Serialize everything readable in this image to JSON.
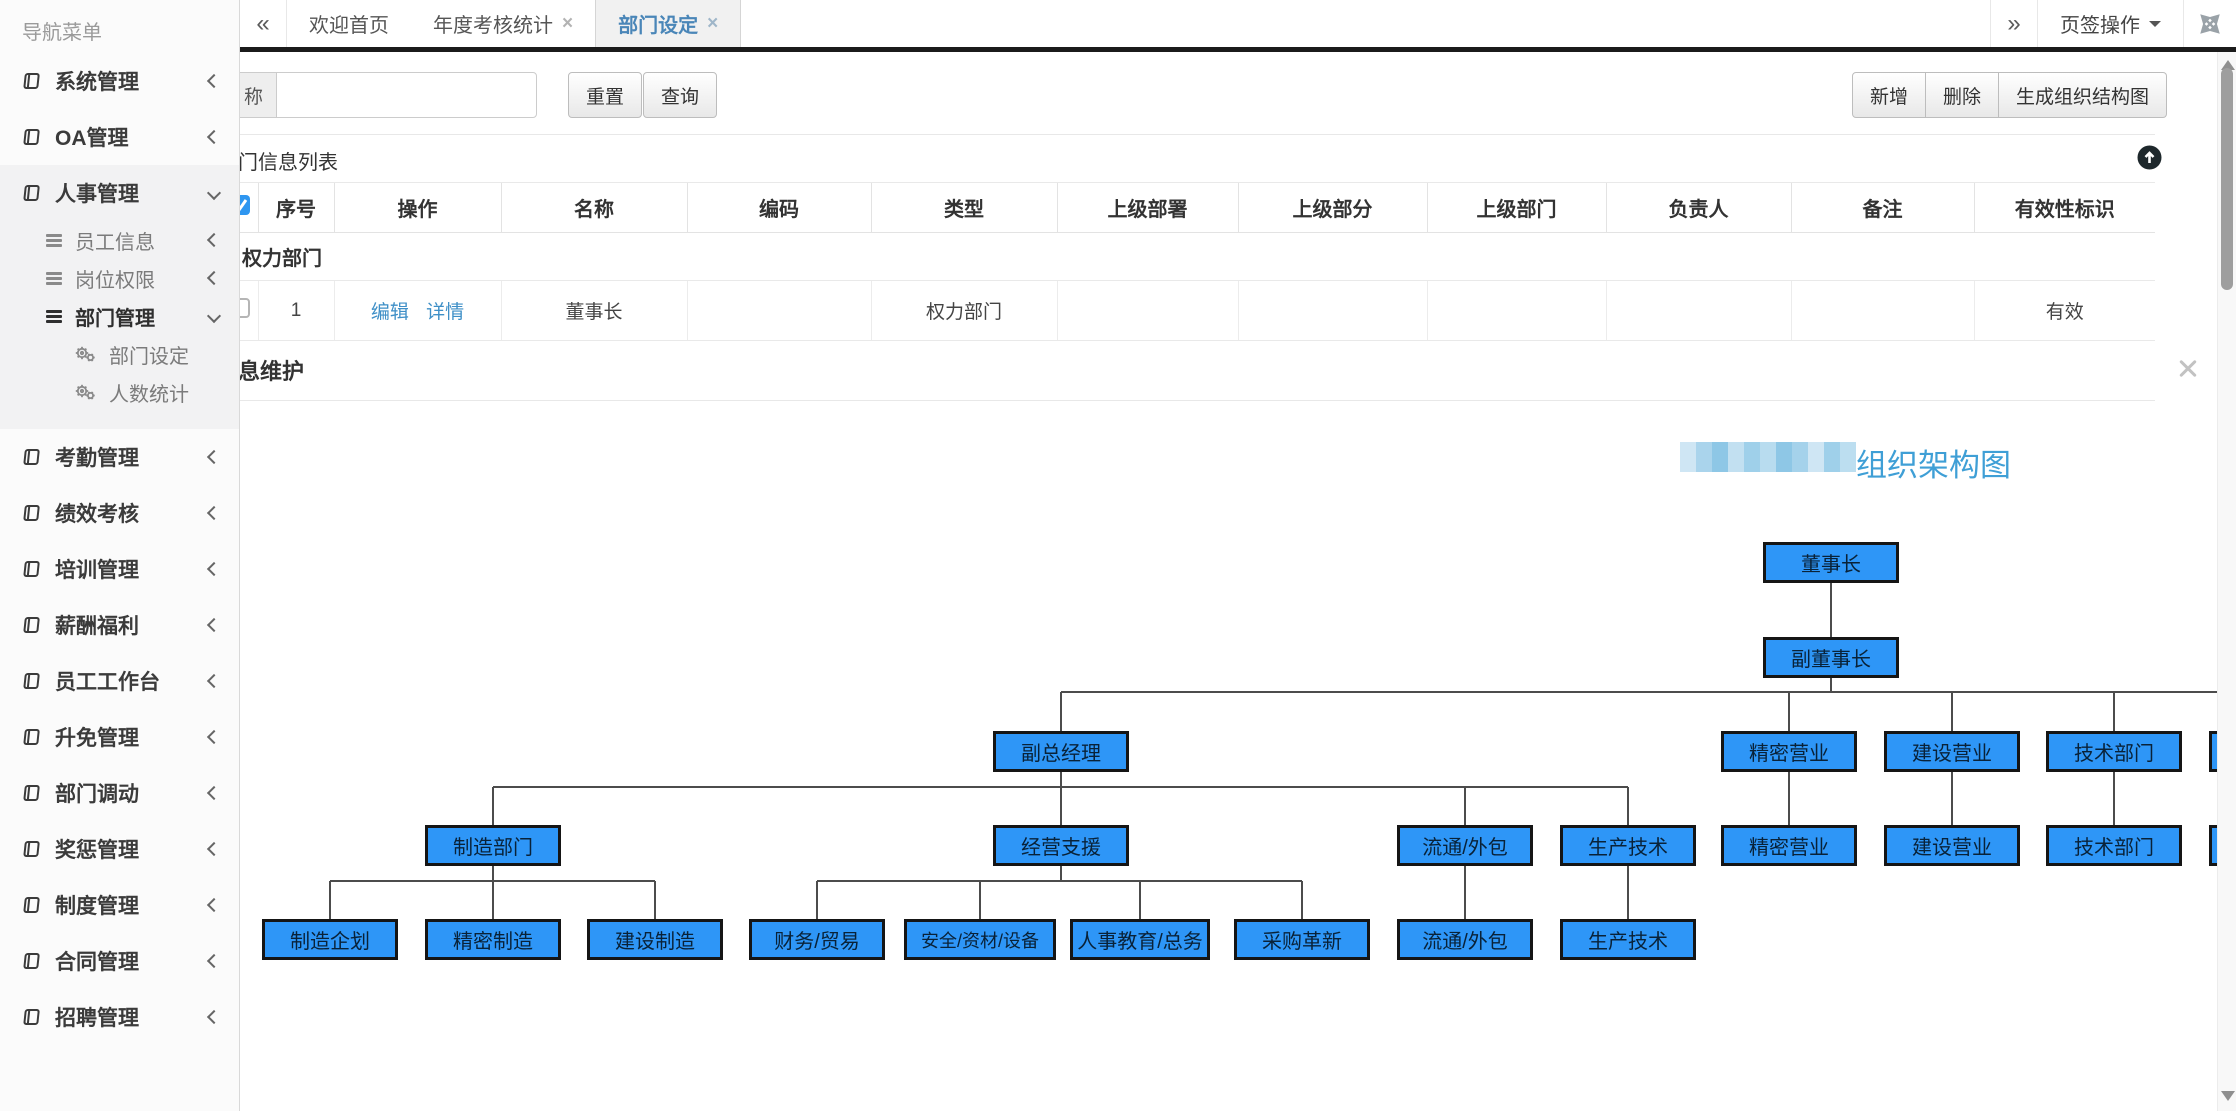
{
  "sidebar": {
    "header": "导航菜单",
    "items": [
      {
        "label": "系统管理",
        "level": 1,
        "chevron": "left"
      },
      {
        "label": "OA管理",
        "level": 1,
        "chevron": "left"
      },
      {
        "label": "人事管理",
        "level": 1,
        "chevron": "down",
        "active": true
      },
      {
        "label": "员工信息",
        "level": 2,
        "chevron": "left",
        "active": true
      },
      {
        "label": "岗位权限",
        "level": 2,
        "chevron": "left",
        "active": true
      },
      {
        "label": "部门管理",
        "level": 2,
        "chevron": "down",
        "active": true,
        "bold": true
      },
      {
        "label": "部门设定",
        "level": 3,
        "active": true
      },
      {
        "label": "人数统计",
        "level": 3,
        "active": true
      },
      {
        "label": "考勤管理",
        "level": 1,
        "chevron": "left"
      },
      {
        "label": "绩效考核",
        "level": 1,
        "chevron": "left"
      },
      {
        "label": "培训管理",
        "level": 1,
        "chevron": "left"
      },
      {
        "label": "薪酬福利",
        "level": 1,
        "chevron": "left"
      },
      {
        "label": "员工工作台",
        "level": 1,
        "chevron": "left"
      },
      {
        "label": "升免管理",
        "level": 1,
        "chevron": "left"
      },
      {
        "label": "部门调动",
        "level": 1,
        "chevron": "left"
      },
      {
        "label": "奖惩管理",
        "level": 1,
        "chevron": "left"
      },
      {
        "label": "制度管理",
        "level": 1,
        "chevron": "left"
      },
      {
        "label": "合同管理",
        "level": 1,
        "chevron": "left"
      },
      {
        "label": "招聘管理",
        "level": 1,
        "chevron": "left"
      }
    ]
  },
  "tabbar": {
    "tabs": [
      {
        "label": "欢迎首页",
        "closable": false,
        "active": false
      },
      {
        "label": "年度考核统计",
        "closable": true,
        "active": false
      },
      {
        "label": "部门设定",
        "closable": true,
        "active": true
      }
    ],
    "page_ops_label": "页签操作"
  },
  "toolbar": {
    "name_label": "称",
    "input_value": "",
    "reset_label": "重置",
    "query_label": "查询",
    "add_label": "新增",
    "delete_label": "删除",
    "gen_org_label": "生成组织结构图"
  },
  "list_panel": {
    "title": "门信息列表",
    "columns": [
      "序号",
      "操作",
      "名称",
      "编码",
      "类型",
      "上级部署",
      "上级部分",
      "上级部门",
      "负责人",
      "备注",
      "有效性标识"
    ],
    "group_row_label": "权力部门",
    "row": {
      "seq": "1",
      "ops": [
        "编辑",
        "详情"
      ],
      "name": "董事长",
      "code": "",
      "type": "权力部门",
      "sup_dept1": "",
      "sup_dept2": "",
      "sup_dept3": "",
      "owner": "",
      "remark": "",
      "valid": "有效"
    }
  },
  "maintain_panel": {
    "title": "息维护"
  },
  "org_chart": {
    "title_suffix": "组织架构图",
    "title_prefix_redacted": true,
    "node_color": "#2e96f7",
    "nodes": [
      {
        "label": "董事长"
      },
      {
        "label": "副董事长"
      },
      {
        "label": "副总经理"
      },
      {
        "label": "精密营业"
      },
      {
        "label": "建设营业"
      },
      {
        "label": "技术部门"
      },
      {
        "label": ""
      },
      {
        "label": "制造部门"
      },
      {
        "label": "经营支援"
      },
      {
        "label": "流通/外包"
      },
      {
        "label": "生产技术"
      },
      {
        "label": "精密营业"
      },
      {
        "label": "建设营业"
      },
      {
        "label": "技术部门"
      },
      {
        "label": ""
      },
      {
        "label": "制造企划"
      },
      {
        "label": "精密制造"
      },
      {
        "label": "建设制造"
      },
      {
        "label": "财务/贸易"
      },
      {
        "label": "安全/资材/设备"
      },
      {
        "label": "人事教育/总务"
      },
      {
        "label": "采购革新"
      },
      {
        "label": "流通/外包"
      },
      {
        "label": "生产技术"
      }
    ]
  }
}
